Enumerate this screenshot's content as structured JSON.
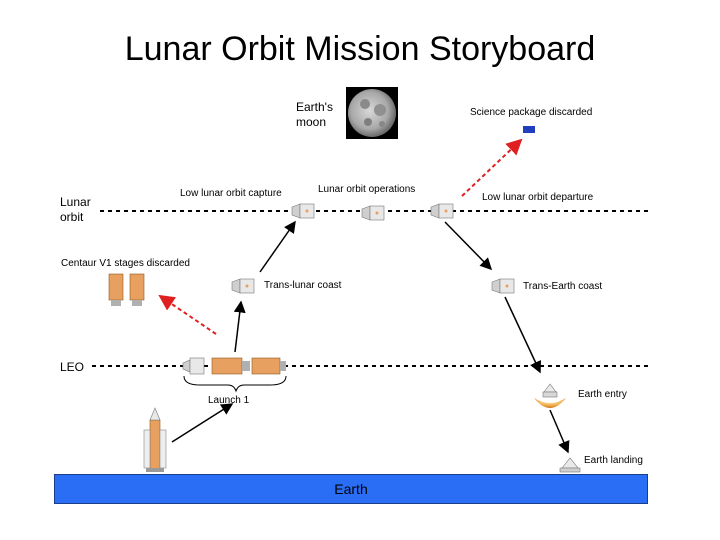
{
  "title": "Lunar Orbit Mission Storyboard",
  "labels": {
    "earths_moon": "Earth's\nmoon",
    "science_discarded": "Science package discarded",
    "low_lunar_capture": "Low lunar orbit capture",
    "lunar_ops": "Lunar orbit operations",
    "low_lunar_departure": "Low lunar orbit departure",
    "lunar_orbit": "Lunar\norbit",
    "centaur_discarded": "Centaur V1 stages discarded",
    "trans_lunar": "Trans-lunar coast",
    "trans_earth": "Trans-Earth coast",
    "leo": "LEO",
    "launch": "Launch 1",
    "earth_entry": "Earth entry",
    "earth_landing": "Earth landing",
    "earth": "Earth"
  },
  "colors": {
    "earth_band": "#2a6ef5",
    "discard_arrow": "#e02020",
    "science_package": "#1f3fbf",
    "stage_orange": "#e8a060"
  }
}
